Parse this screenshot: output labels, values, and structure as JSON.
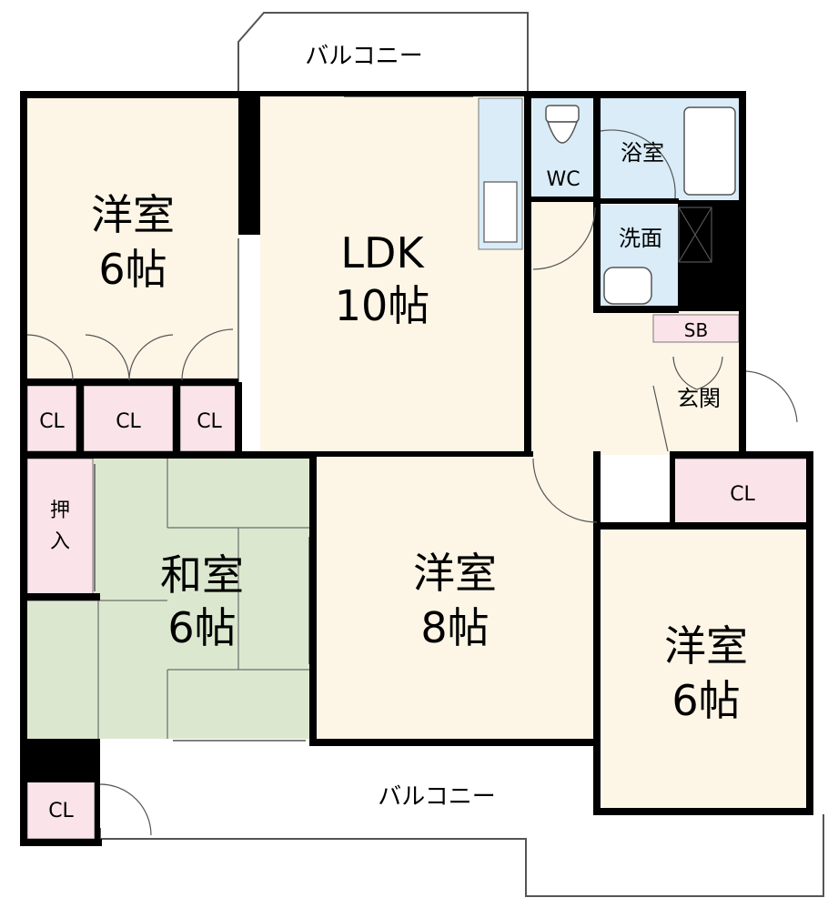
{
  "rooms": {
    "western1": {
      "name": "洋室",
      "size": "6帖"
    },
    "ldk": {
      "name": "LDK",
      "size": "10帖"
    },
    "washitsu": {
      "name": "和室",
      "size": "6帖"
    },
    "western2": {
      "name": "洋室",
      "size": "8帖"
    },
    "western3": {
      "name": "洋室",
      "size": "6帖"
    },
    "wc": "WC",
    "bath": "浴室",
    "washroom": "洗面",
    "sb": "SB",
    "entrance": "玄関",
    "oshiire": [
      "押",
      "入"
    ]
  },
  "closets": {
    "label": "CL"
  },
  "balcony": {
    "top": "バルコニー",
    "bottom": "バルコニー"
  },
  "colors": {
    "western": "#fdf6e6",
    "tatami": "#dbe8cf",
    "closet": "#fbe3ea",
    "wet": "#d9ecf8",
    "wall": "#000000",
    "window": "#555555"
  }
}
